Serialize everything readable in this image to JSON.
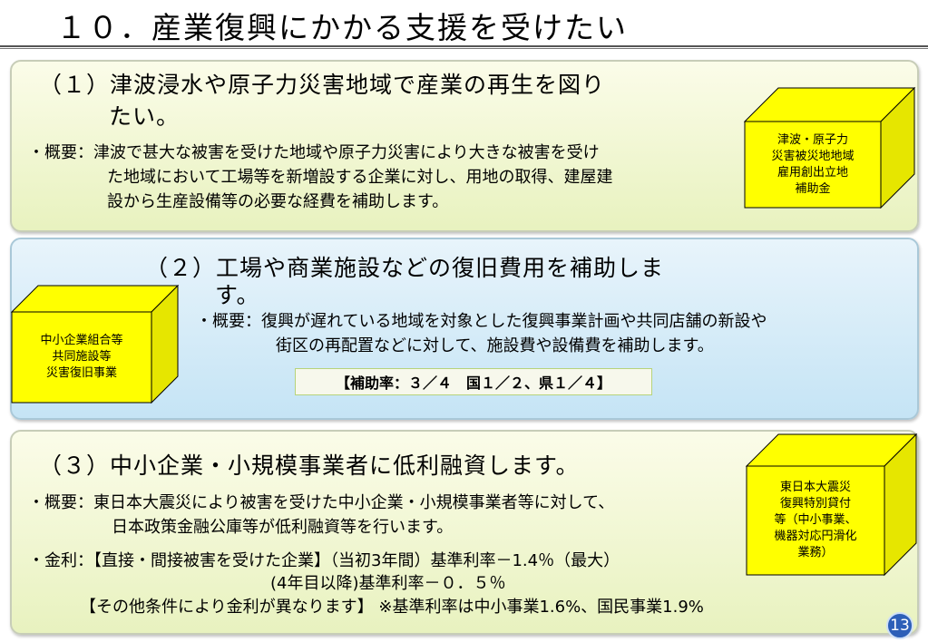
{
  "slide_title": "１０．産業復興にかかる支援を受けたい",
  "section1": {
    "heading_line1": "（１）津波浸水や原子力災害地域で産業の再生を図り",
    "heading_line2": "たい。",
    "summary_line1": "・概要：津波で甚大な被害を受けた地域や原子力災害により大きな被害を受け",
    "summary_line2": "た地域において工場等を新増設する企業に対し、用地の取得、建屋建",
    "summary_line3": "設から生産設備等の必要な経費を補助します。",
    "cube_label": "津波・原子力\n災害被災地地域\n雇用創出立地\n補助金"
  },
  "section2": {
    "heading_line1": "（２）工場や商業施設などの復旧費用を補助しま",
    "heading_line2": "す。",
    "summary_line1": "・概要：復興が遅れている地域を対象とした復興事業計画や共同店舗の新設や",
    "summary_line2": "街区の再配置などに対して、施設費や設備費を補助します。",
    "rate": "【補助率：３／４　国１／２、県１／４】",
    "cube_label": "中小企業組合等\n共同施設等\n災害復旧事業"
  },
  "section3": {
    "heading": "（３）中小企業・小規模事業者に低利融資します。",
    "summary_line1": "・概要：東日本大震災により被害を受けた中小企業・小規模事業者等に対して、",
    "summary_line2": "日本政策金融公庫等が低利融資等を行います。",
    "interest_line1": "・金利：【直接・間接被害を受けた企業】（当初3年間）基準利率－1.4％（最大）",
    "interest_line2": "(4年目以降)基準利率－０．５％",
    "interest_line3": "【その他条件により金利が異なります】 ※基準利率は中小事業1.6%、国民事業1.9%",
    "cube_label": "東日本大震災\n復興特別貸付\n等（中小事業、\n機器対応円滑化\n業務）"
  },
  "page_number": "13",
  "colors": {
    "cube_yellow": "#ffff00",
    "panel_green": "#e8f2bf",
    "panel_blue": "#c5e4f5",
    "page_badge": "#2d5fb8"
  }
}
